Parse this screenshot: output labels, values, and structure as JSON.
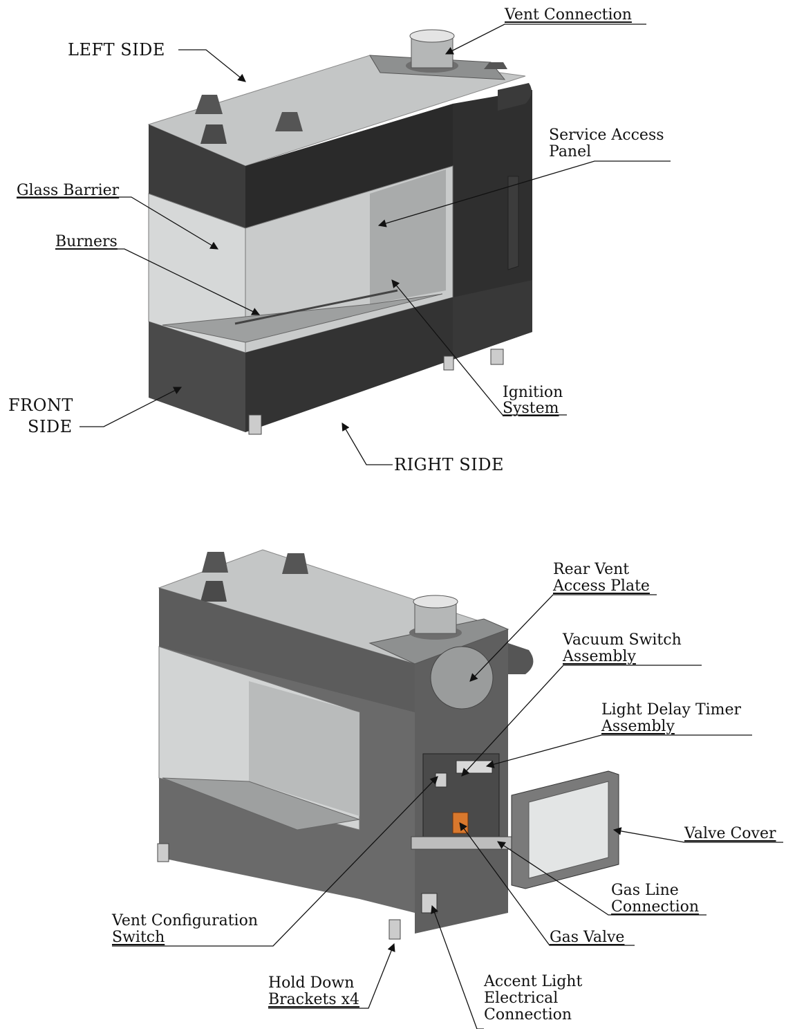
{
  "top_view": {
    "orientation": {
      "left_side": "LEFT SIDE",
      "front_side_line1": "FRONT",
      "front_side_line2": "SIDE",
      "right_side": "RIGHT SIDE"
    },
    "callouts": {
      "vent_connection": "Vent Connection",
      "service_access_line1": "Service Access",
      "service_access_line2": "Panel",
      "glass_barrier": "Glass Barrier",
      "burners": "Burners",
      "ignition_line1": "Ignition",
      "ignition_line2": "System"
    }
  },
  "rear_view": {
    "callouts": {
      "rear_vent_line1": "Rear Vent",
      "rear_vent_line2": "Access Plate",
      "vacuum_switch_line1": "Vacuum Switch",
      "vacuum_switch_line2": "Assembly",
      "light_delay_line1": "Light Delay Timer",
      "light_delay_line2": "Assembly",
      "valve_cover": "Valve Cover",
      "gas_line_line1": "Gas Line",
      "gas_line_line2": "Connection",
      "vent_config_line1": "Vent Configuration",
      "vent_config_line2": "Switch",
      "gas_valve": "Gas Valve",
      "hold_down_line1": "Hold Down",
      "hold_down_line2": "Brackets x4",
      "accent_light_line1": "Accent Light",
      "accent_light_line2": "Electrical",
      "accent_light_line3": "Connection"
    }
  },
  "colors": {
    "steel_dark": "#3a3a3a",
    "steel_mid": "#5a5a5a",
    "steel_light": "#9a9a9a",
    "top_panel": "#c4c6c6",
    "glass": "#d6d8d8",
    "valve_orange": "#d9782d"
  }
}
